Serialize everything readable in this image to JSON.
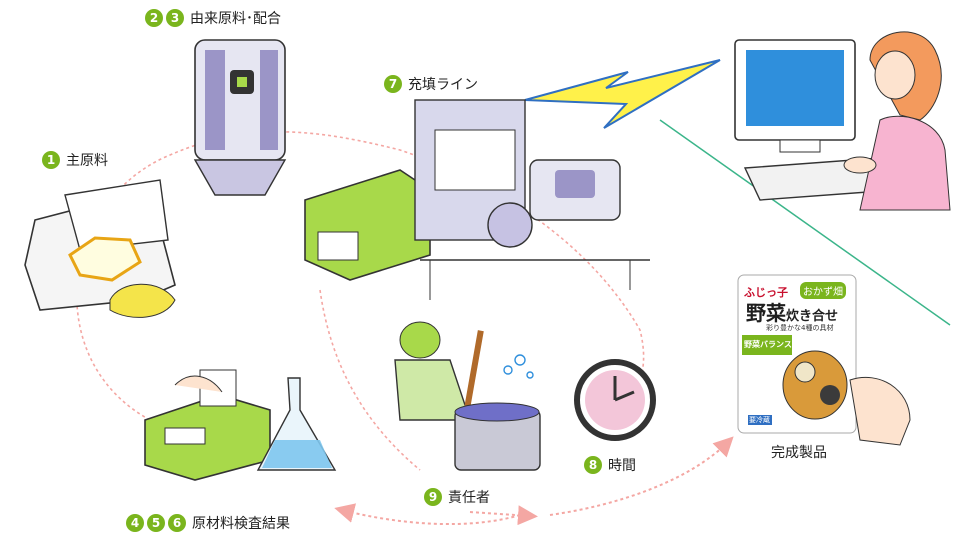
{
  "colors": {
    "badge": "#7ab51d",
    "cycle_arrow": "#f4a7a3",
    "link_line": "#3bb58a",
    "lightning": "#fff14a",
    "machine_green": "#a8d94a",
    "machine_purple": "#9b95c7",
    "clock_face": "#f3c6d9",
    "screen_blue": "#2f8fdc"
  },
  "labels": {
    "main_material": {
      "nums": [
        "1"
      ],
      "text": "主原料"
    },
    "origin_material": {
      "nums": [
        "2",
        "3"
      ],
      "text": "由来原料･配合"
    },
    "filling_line": {
      "nums": [
        "7"
      ],
      "text": "充填ライン"
    },
    "inspection": {
      "nums": [
        "4",
        "5",
        "6"
      ],
      "text": "原材料検査結果"
    },
    "responsible": {
      "nums": [
        "9"
      ],
      "text": "責任者"
    },
    "time": {
      "nums": [
        "8"
      ],
      "text": "時間"
    },
    "finished": {
      "text": "完成製品"
    }
  },
  "package": {
    "brand": "ふじっ子",
    "series": "おかず畑",
    "name_a": "野菜",
    "name_b": "炊き合せ",
    "subtitle": "彩り豊かな4種の具材",
    "balance": "野菜バランス",
    "badge": "要冷蔵"
  },
  "icons": [
    "ingredient-sack-icon",
    "mixing-tank-icon",
    "filling-machine-icon",
    "lab-analyzer-icon",
    "flask-icon",
    "worker-icon",
    "clock-icon",
    "computer-user-icon",
    "lightning-icon",
    "product-package-icon"
  ]
}
